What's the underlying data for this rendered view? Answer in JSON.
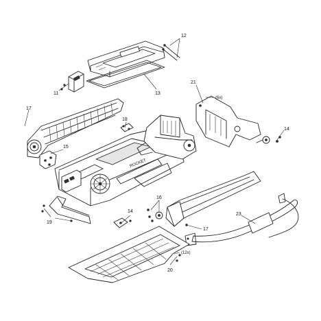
{
  "diagram": {
    "callouts": {
      "c11": "11",
      "c12": "12",
      "c13": "13",
      "c14a": "14",
      "c14b": "14",
      "c15": "15",
      "c16": "16",
      "c17a": "17",
      "c17b": "17",
      "c18": "18",
      "c19": "19",
      "c20": "20",
      "c21": "21",
      "c23": "23"
    },
    "notes": {
      "n6x": "(6x)",
      "n12x": "(12x)"
    },
    "brand_text": "ROCKET"
  }
}
